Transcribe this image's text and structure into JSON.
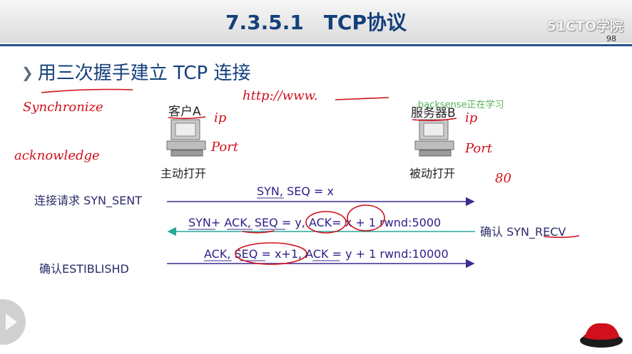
{
  "slide": {
    "title": "7.3.5.1　TCP协议",
    "logo": "51CTO学院",
    "page_number": "98",
    "heading": "用三次握手建立 TCP 连接"
  },
  "client": {
    "label": "客户A",
    "action": "主动打开"
  },
  "server": {
    "label": "服务器B",
    "action": "被动打开"
  },
  "states": {
    "client_sent": "连接请求 SYN_SENT",
    "server_recv": "确认 SYN_RECV",
    "client_est": "确认ESTIBLISHD"
  },
  "messages": {
    "syn": "SYN, SEQ = x",
    "syn_ack": "SYN+ ACK, SEQ = y, ACK= x + 1  rwnd:5000",
    "ack": "ACK, SEQ = x+1, ACK = y + 1  rwnd:10000"
  },
  "watermark": "backsense正在学习",
  "annotations": {
    "synchronize": "Synchronize",
    "acknowledge": "acknowledge",
    "url": "http://www.",
    "client_ip": "ip",
    "client_port": "Port",
    "server_ip": "ip",
    "server_port": "Port",
    "port_number": "80"
  },
  "colors": {
    "title": "#14407a",
    "arrow_forward": "#3b2a8f",
    "arrow_return": "#2aa79b",
    "annotation": "#d0101c"
  }
}
